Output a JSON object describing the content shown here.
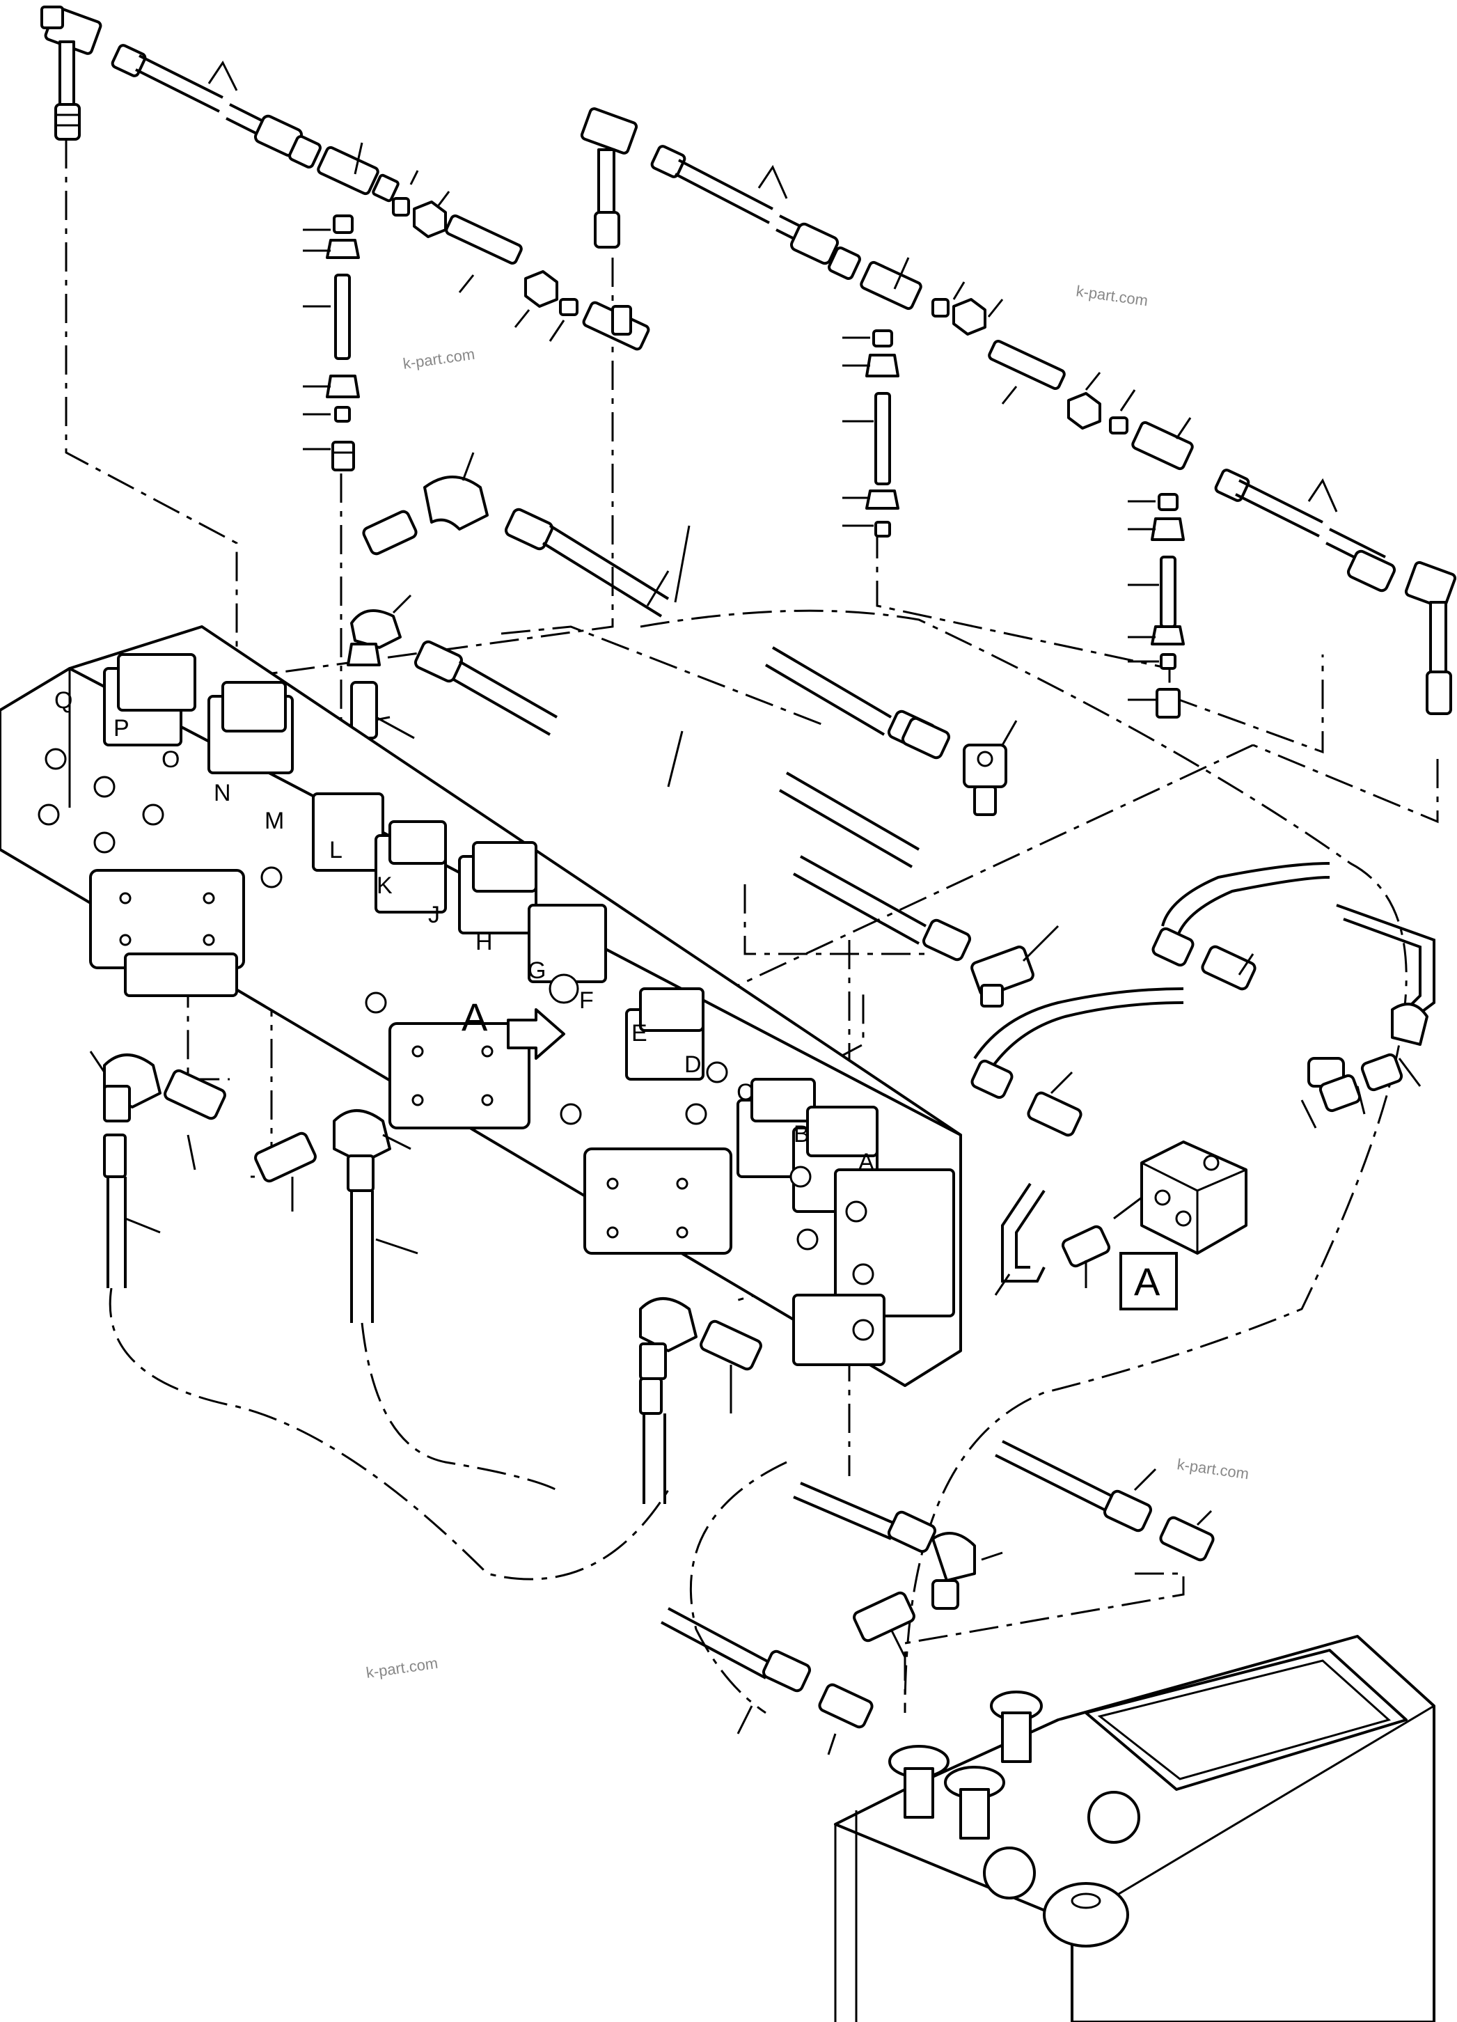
{
  "valve_labels": [
    "Q",
    "P",
    "O",
    "N",
    "M",
    "L",
    "K",
    "J",
    "H",
    "G",
    "F",
    "E",
    "D",
    "C",
    "B",
    "A"
  ],
  "view_marker": "A",
  "view_box_label": "A",
  "watermark": "k-part.com"
}
